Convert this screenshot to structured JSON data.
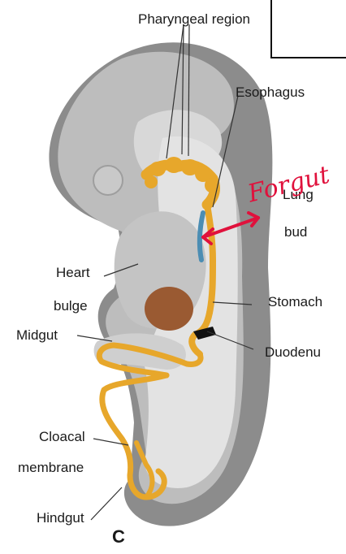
{
  "labels": {
    "pharyngeal_region": "Pharyngeal region",
    "esophagus": "Esophagus",
    "lung_bud_line1": "Lung",
    "lung_bud_line2": "bud",
    "heart_bulge_line1": "Heart",
    "heart_bulge_line2": "bulge",
    "stomach": "Stomach",
    "midgut": "Midgut",
    "duodenum": "Duodenu",
    "cloacal_membrane_line1": "Cloacal",
    "cloacal_membrane_line2": "membrane",
    "hindgut": "Hindgut",
    "panel_letter": "C"
  },
  "annotation": {
    "handwritten_text": "Forgut",
    "ink_color": "#e0113c"
  },
  "colors": {
    "embryo_outer": "#8c8c8c",
    "embryo_body": "#bdbdbd",
    "cavity": "#e3e3e3",
    "gut_tube": "#e7a72b",
    "lung_bud": "#4b8db3",
    "liver": "#9a5a32"
  }
}
